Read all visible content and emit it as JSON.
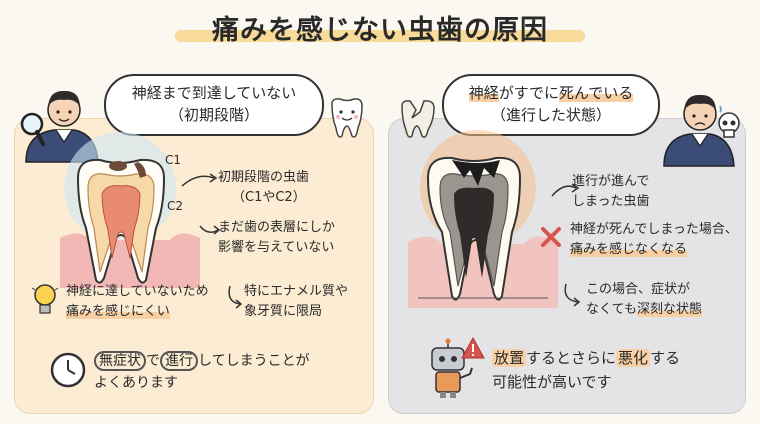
{
  "title": "痛みを感じない虫歯の原因",
  "left": {
    "bubble_line1": "神経まで到達していない",
    "bubble_line2": "（初期段階）",
    "label_c1": "C1",
    "label_c2": "C2",
    "point1_line1": "初期段階の虫歯",
    "point1_line2": "（C1やC2）",
    "point2_line1": "まだ歯の表層にしか",
    "point2_line2": "影響を与えていない",
    "point3_line1": "神経に達していないため",
    "point3_line2": "痛みを感じにくい",
    "point4_line1": "特にエナメル質や",
    "point4_line2": "象牙質に限局",
    "bottom_mid1": "無症状",
    "bottom_mid2": "で",
    "bottom_mid3": "進行",
    "bottom_mid4": "してしまうことが",
    "bottom_line2": "よくあります"
  },
  "right": {
    "bubble_part1": "神経",
    "bubble_part2": "がすでに",
    "bubble_part3": "死んでいる",
    "bubble_line2": "（進行した状態）",
    "point1_line1": "進行が進んで",
    "point1_line2": "しまった虫歯",
    "point2_line1": "神経が死んでしまった場合、",
    "point2_line2": "痛みを感じなくなる",
    "point3_line1": "この場合、症状が",
    "point3_line2a": "なくても",
    "point3_line2b": "深刻な状態",
    "bottom_p1": "放置",
    "bottom_p2": "するとさらに",
    "bottom_p3": "悪化",
    "bottom_p4": "する",
    "bottom_line2": "可能性が高いです"
  },
  "colors": {
    "left_panel": "#fbecd3",
    "right_panel": "#e4e3e6",
    "title_highlight": "#f7d58a",
    "danger": "#d9534f"
  }
}
